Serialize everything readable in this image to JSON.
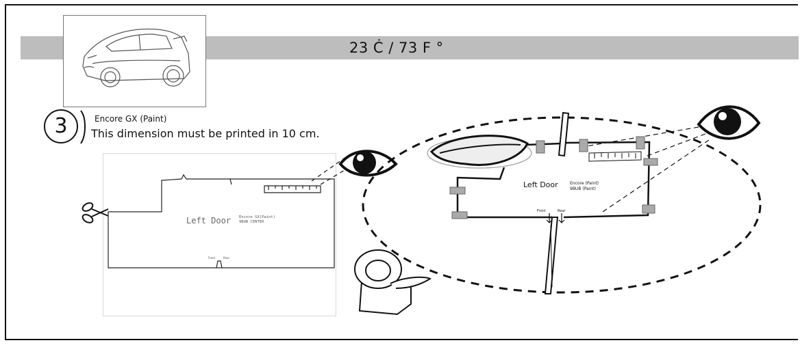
{
  "header": {
    "temperature": "23 Ċ / 73 F °"
  },
  "step": {
    "number": "3",
    "product": "Encore GX (Paint)",
    "instruction": "This dimension must be printed in 10 cm."
  },
  "print_template": {
    "part_label": "Left Door",
    "spec_line1": "Encore GX(Paint)",
    "spec_line2": "9BUB CENTER",
    "front_label": "Front",
    "rear_label": "Rear"
  },
  "detail_view": {
    "part_label": "Left Door",
    "spec_line1": "Encore (Paint)",
    "spec_line2": "9BUB (Paint)",
    "front_label": "Front",
    "rear_label": "Rear"
  },
  "icons": [
    "car-thumbnail-icon",
    "scissors-icon",
    "eye-icon",
    "tape-dispenser-icon"
  ]
}
